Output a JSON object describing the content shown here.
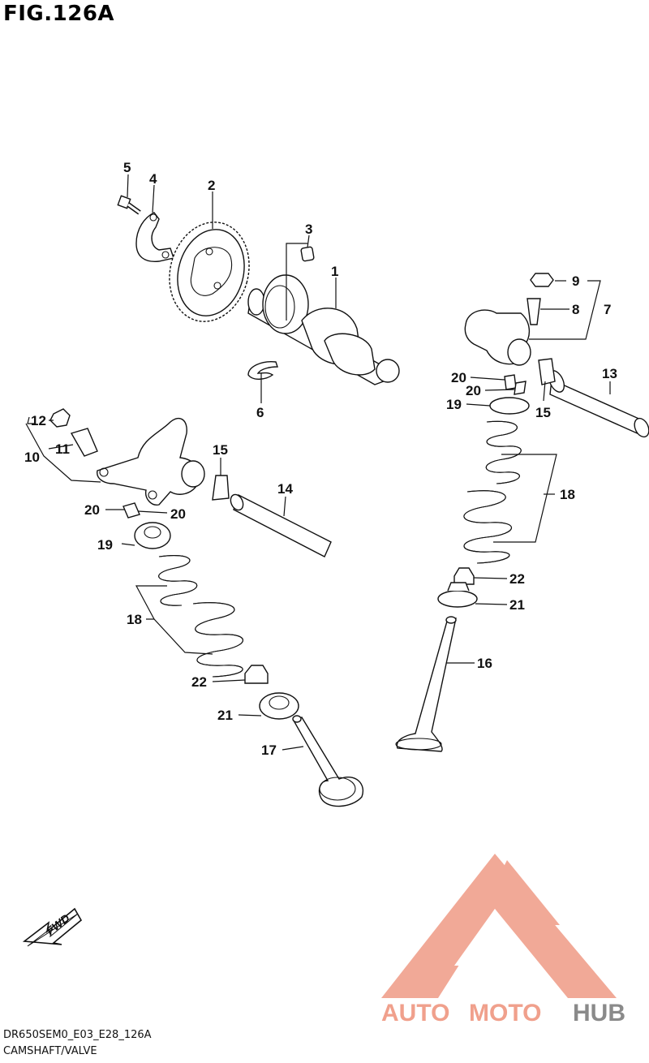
{
  "figure": {
    "title": "FIG.126A",
    "footer_code": "DR650SEM0_E03_E28_126A",
    "footer_name": "CAMSHAFT/VALVE"
  },
  "fwd_badge": "FWD",
  "watermark": {
    "text_a": "AUTO",
    "text_b": "MOTO",
    "text_c": "HUB",
    "color_primary": "#f0a08c",
    "color_secondary": "#8a8a8a"
  },
  "part_labels": {
    "p1": "1",
    "p2": "2",
    "p3": "3",
    "p4": "4",
    "p5": "5",
    "p6": "6",
    "p7": "7",
    "p8": "8",
    "p9": "9",
    "p10": "10",
    "p11": "11",
    "p12": "12",
    "p13": "13",
    "p14": "14",
    "p15a": "15",
    "p15b": "15",
    "p16": "16",
    "p17": "17",
    "p18a": "18",
    "p18b": "18",
    "p19a": "19",
    "p19b": "19",
    "p20a": "20",
    "p20b": "20",
    "p20c": "20",
    "p20d": "20",
    "p21a": "21",
    "p21b": "21",
    "p22a": "22",
    "p22b": "22"
  }
}
